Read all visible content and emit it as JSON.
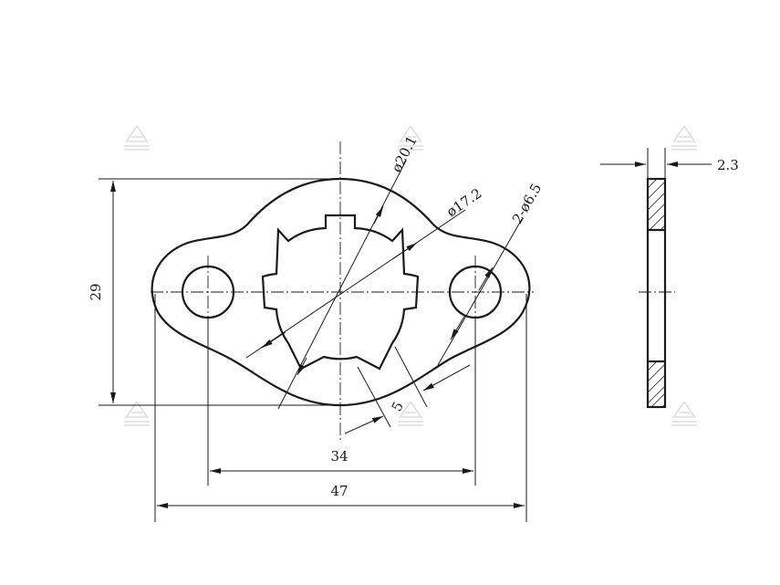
{
  "dimensions": {
    "height": "29",
    "hole_spacing": "34",
    "overall_length": "47",
    "thickness": "2.3",
    "outer_spline_diameter": "ø20.1",
    "inner_spline_diameter": "ø17.2",
    "mounting_holes": "2-ø6.5",
    "tab_width": "5"
  },
  "colors": {
    "line": "#1a1a1a",
    "watermark": "#d8d8d8",
    "background": "#ffffff"
  },
  "icons": [
    "watermark-logo-icon"
  ]
}
